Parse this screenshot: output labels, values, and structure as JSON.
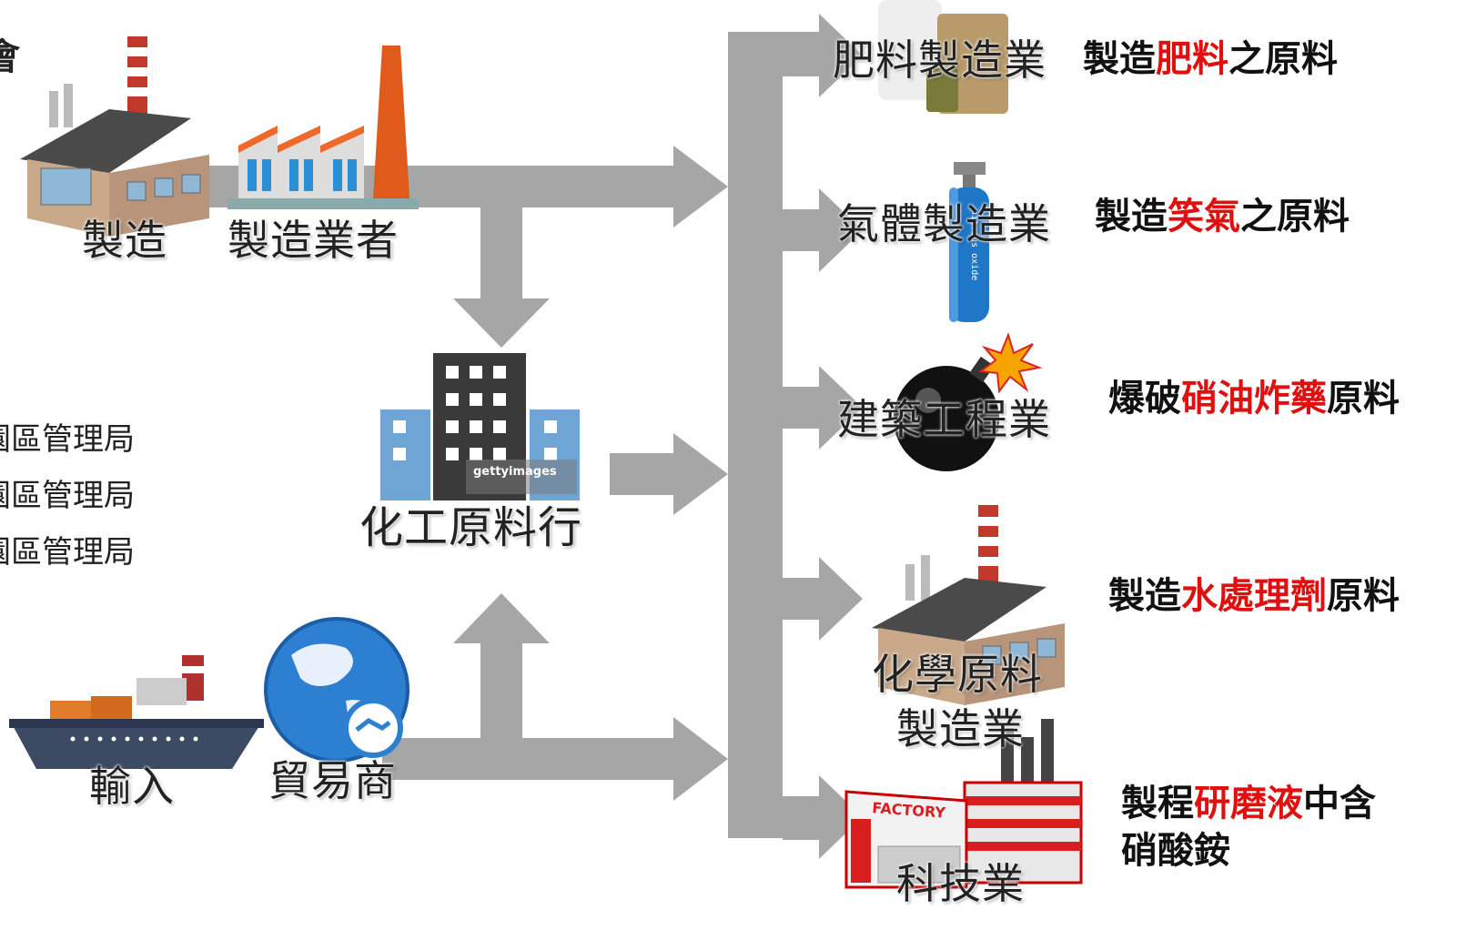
{
  "top_left_fragment": "會",
  "sources": {
    "manufacture": "製造",
    "manufacturer": "製造業者",
    "import": "輸入",
    "trader": "貿易商",
    "chem_shop": "化工原料行"
  },
  "side_list": [
    "園區管理局",
    "園區管理局",
    "園區管理局"
  ],
  "watermark": "gettyimages",
  "industries": [
    {
      "label": "肥料製造業",
      "desc_pre": "製造",
      "desc_hl": "肥料",
      "desc_post": "之原料"
    },
    {
      "label": "氣體製造業",
      "desc_pre": "製造",
      "desc_hl": "笑氣",
      "desc_post": "之原料"
    },
    {
      "label": "建築工程業",
      "desc_pre": "爆破",
      "desc_hl": "硝油炸藥",
      "desc_post": "原料"
    },
    {
      "label_line1": "化學原料",
      "label_line2": "製造業",
      "desc_pre": "製造",
      "desc_hl": "水處理劑",
      "desc_post": "原料"
    },
    {
      "label": "科技業",
      "desc_pre": "製程",
      "desc_hl": "研磨液",
      "desc_post": "中含",
      "desc_line2": "硝酸銨"
    }
  ],
  "icons": {
    "factory_sign": "FACTORY",
    "cylinder_text": "nitrous oxide"
  }
}
